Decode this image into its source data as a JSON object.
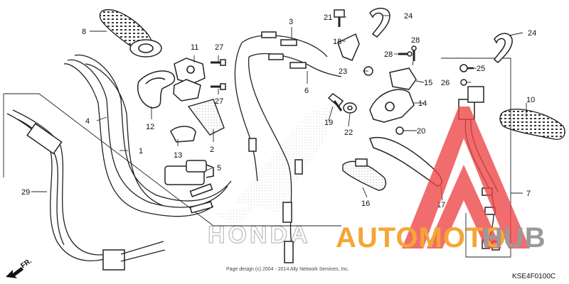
{
  "diagram": {
    "parts": [
      {
        "num": "1"
      },
      {
        "num": "2"
      },
      {
        "num": "3"
      },
      {
        "num": "4"
      },
      {
        "num": "5"
      },
      {
        "num": "6"
      },
      {
        "num": "7"
      },
      {
        "num": "8"
      },
      {
        "num": "10"
      },
      {
        "num": "11"
      },
      {
        "num": "12"
      },
      {
        "num": "13"
      },
      {
        "num": "14"
      },
      {
        "num": "15"
      },
      {
        "num": "16"
      },
      {
        "num": "17"
      },
      {
        "num": "18"
      },
      {
        "num": "19"
      },
      {
        "num": "20"
      },
      {
        "num": "21"
      },
      {
        "num": "22"
      },
      {
        "num": "23"
      },
      {
        "num": "24"
      },
      {
        "num": "24"
      },
      {
        "num": "25"
      },
      {
        "num": "26"
      },
      {
        "num": "27"
      },
      {
        "num": "27"
      },
      {
        "num": "28"
      },
      {
        "num": "28"
      },
      {
        "num": "29"
      }
    ],
    "direction_label": "FR.",
    "background_logo_text": "HONDA",
    "copyright": "Page design (c) 2004 - 2014 Ally Network Services, Inc.",
    "diagram_code": "KSE4F0100C"
  },
  "watermark": {
    "text_orange": "AUTOMOTO",
    "text_gray": "HUB",
    "color_orange": "#f4a637",
    "color_gray": "#9a9a9a",
    "color_red": "#ee4444"
  }
}
